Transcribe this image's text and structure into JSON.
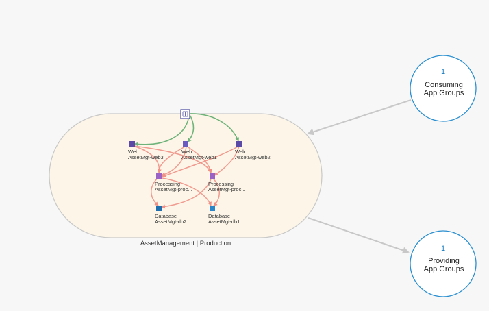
{
  "colors": {
    "background": "#f7f7f8",
    "group_fill": "#fdf6e8",
    "group_stroke": "#c8c8c8",
    "circle_stroke": "#2a8fd0",
    "node_purple": "#5b4aa6",
    "node_violet": "#9a62c4",
    "node_blue": "#1f6fae",
    "edge_red": "#ef9186",
    "edge_green": "#6fb37a",
    "arrow_gray": "#c8c8c8"
  },
  "group": {
    "label": "AssetManagement | Production",
    "entry_icon": "grid-icon"
  },
  "nodes": [
    {
      "id": "web3",
      "type": "Web",
      "name": "AssetMgt-web3",
      "color": "#5b4aa6"
    },
    {
      "id": "web1",
      "type": "Web",
      "name": "AssetMgt-web1",
      "color": "#6b5bc0"
    },
    {
      "id": "web2",
      "type": "Web",
      "name": "AssetMgt-web2",
      "color": "#5b4aa6"
    },
    {
      "id": "proc1",
      "type": "Processing",
      "name": "AssetMgt-proc...",
      "color": "#9a62c4"
    },
    {
      "id": "proc2",
      "type": "Processing",
      "name": "AssetMgt-proc...",
      "color": "#9a62c4"
    },
    {
      "id": "db2",
      "type": "Database",
      "name": "AssetMgt-db2",
      "color": "#1f6fae"
    },
    {
      "id": "db1",
      "type": "Database",
      "name": "AssetMgt-db1",
      "color": "#2a86c8"
    }
  ],
  "consuming": {
    "count": "1",
    "line1": "Consuming",
    "line2": "App Groups"
  },
  "providing": {
    "count": "1",
    "line1": "Providing",
    "line2": "App Groups"
  }
}
